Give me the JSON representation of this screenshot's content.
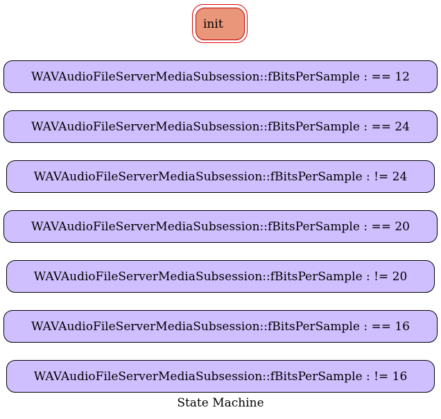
{
  "init_state": {
    "label": "init"
  },
  "states": [
    {
      "label": "WAVAudioFileServerMediaSubsession::fBitsPerSample : == 12"
    },
    {
      "label": "WAVAudioFileServerMediaSubsession::fBitsPerSample : == 24"
    },
    {
      "label": "WAVAudioFileServerMediaSubsession::fBitsPerSample : != 24"
    },
    {
      "label": "WAVAudioFileServerMediaSubsession::fBitsPerSample : == 20"
    },
    {
      "label": "WAVAudioFileServerMediaSubsession::fBitsPerSample : != 20"
    },
    {
      "label": "WAVAudioFileServerMediaSubsession::fBitsPerSample : == 16"
    },
    {
      "label": "WAVAudioFileServerMediaSubsession::fBitsPerSample : != 16"
    }
  ],
  "caption": "State Machine",
  "colors": {
    "init_fill": "#e9967a",
    "init_border": "#e00000",
    "state_fill": "#d0bfff",
    "state_border": "#000000"
  }
}
